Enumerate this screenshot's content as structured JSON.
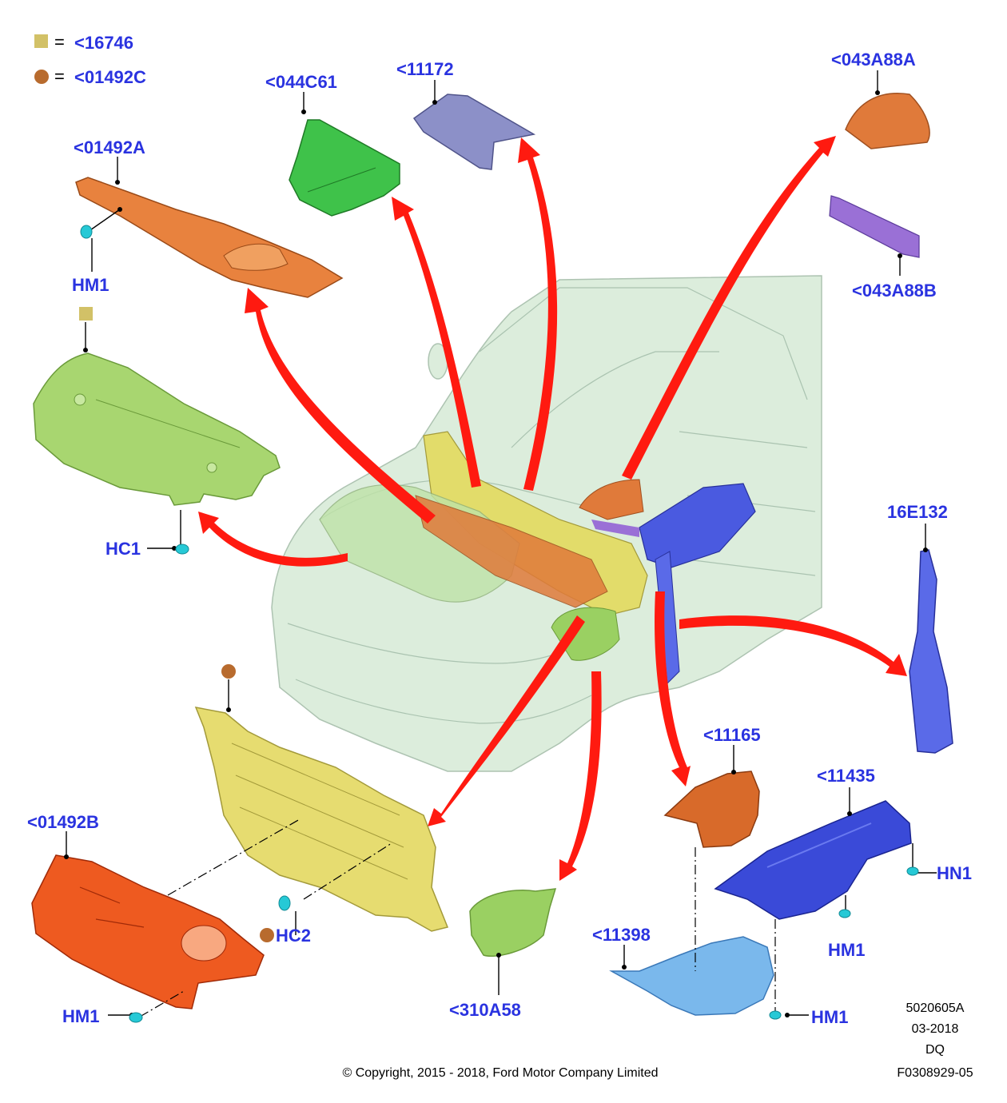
{
  "legend": [
    {
      "symbol": "square",
      "color": "#d2c167",
      "text": "= ",
      "code": "<16746"
    },
    {
      "symbol": "circle",
      "color": "#b86b2e",
      "text": "= ",
      "code": "<01492C"
    }
  ],
  "parts": {
    "p044C61": "<044C61",
    "p11172": "<11172",
    "p043A88A": "<043A88A",
    "p043A88B": "<043A88B",
    "p01492A": "<01492A",
    "p16E132": "16E132",
    "p11165": "<11165",
    "p11435": "<11435",
    "p01492B": "<01492B",
    "p11398": "<11398",
    "p310A58": "<310A58"
  },
  "fasteners": {
    "hm1_a": "HM1",
    "hc1": "HC1",
    "hc2": "HC2",
    "hm1_b": "HM1",
    "hn1": "HN1",
    "hm1_c": "HM1",
    "hm1_d": "HM1"
  },
  "footer": {
    "ref1": "5020605A",
    "date": "03-2018",
    "code": "DQ",
    "ref2": "F0308929-05",
    "copyright": "© Copyright, 2015 - 2018, Ford Motor Company Limited"
  },
  "colors": {
    "label": "#2a33e0",
    "arrow": "#ff1a10",
    "fastener": "#26c9d6"
  }
}
